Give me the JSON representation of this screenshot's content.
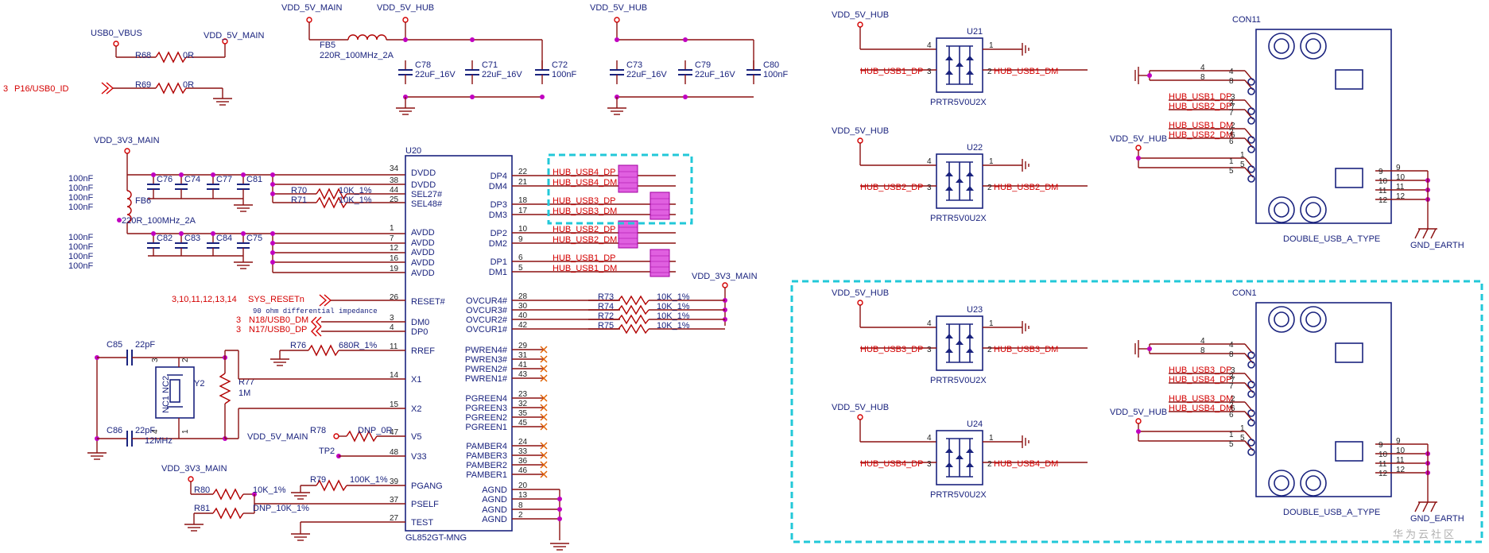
{
  "power": {
    "usb0_vbus": "USB0_VBUS",
    "vdd_5v_main": "VDD_5V_MAIN",
    "vdd_5v_hub": "VDD_5V_HUB",
    "vdd_3v3_main": "VDD_3V3_MAIN",
    "gnd_earth": "GND_EARTH"
  },
  "top_left": {
    "r68": "R68",
    "r68_val": "0R",
    "r69": "R69",
    "r69_val": "0R",
    "id_page": "3",
    "id_net": "P16/USB0_ID",
    "fb5": "FB5",
    "fb5_val": "220R_100MHz_2A"
  },
  "caps_top": [
    {
      "ref": "C78",
      "val": "22uF_16V"
    },
    {
      "ref": "C71",
      "val": "22uF_16V"
    },
    {
      "ref": "C72",
      "val": "100nF"
    },
    {
      "ref": "C73",
      "val": "22uF_16V"
    },
    {
      "ref": "C79",
      "val": "22uF_16V"
    },
    {
      "ref": "C80",
      "val": "100nF"
    }
  ],
  "left_decoupling": {
    "values": [
      "100nF",
      "100nF",
      "100nF",
      "100nF",
      "100nF",
      "100nF",
      "100nF",
      "100nF"
    ],
    "fb6": "FB6",
    "fb6_val": "220R_100MHz_2A",
    "row1": [
      "C76",
      "C74",
      "C77",
      "C81"
    ],
    "row2": [
      "C82",
      "C83",
      "C84",
      "C75"
    ]
  },
  "chip_u20": {
    "ref": "U20",
    "part": "GL852GT-MNG",
    "left_pins": [
      {
        "num": "34",
        "name": "DVDD"
      },
      {
        "num": "38",
        "name": "DVDD"
      },
      {
        "num": "44",
        "name": "SEL27#"
      },
      {
        "num": "25",
        "name": "SEL48#"
      },
      {
        "num": "1",
        "name": "AVDD"
      },
      {
        "num": "7",
        "name": "AVDD"
      },
      {
        "num": "12",
        "name": "AVDD"
      },
      {
        "num": "16",
        "name": "AVDD"
      },
      {
        "num": "19",
        "name": "AVDD"
      },
      {
        "num": "26",
        "name": "RESET#"
      },
      {
        "num": "3",
        "name": "DM0"
      },
      {
        "num": "4",
        "name": "DP0"
      },
      {
        "num": "11",
        "name": "RREF"
      },
      {
        "num": "14",
        "name": "X1"
      },
      {
        "num": "15",
        "name": "X2"
      },
      {
        "num": "47",
        "name": "V5"
      },
      {
        "num": "48",
        "name": "V33"
      },
      {
        "num": "39",
        "name": "PGANG"
      },
      {
        "num": "37",
        "name": "PSELF"
      },
      {
        "num": "27",
        "name": "TEST"
      }
    ],
    "right_pins": [
      {
        "num": "22",
        "name": "DP4"
      },
      {
        "num": "21",
        "name": "DM4"
      },
      {
        "num": "18",
        "name": "DP3"
      },
      {
        "num": "17",
        "name": "DM3"
      },
      {
        "num": "10",
        "name": "DP2"
      },
      {
        "num": "9",
        "name": "DM2"
      },
      {
        "num": "6",
        "name": "DP1"
      },
      {
        "num": "5",
        "name": "DM1"
      },
      {
        "num": "28",
        "name": "OVCUR4#"
      },
      {
        "num": "30",
        "name": "OVCUR3#"
      },
      {
        "num": "40",
        "name": "OVCUR2#"
      },
      {
        "num": "42",
        "name": "OVCUR1#"
      },
      {
        "num": "29",
        "name": "PWREN4#"
      },
      {
        "num": "31",
        "name": "PWREN3#"
      },
      {
        "num": "41",
        "name": "PWREN2#"
      },
      {
        "num": "43",
        "name": "PWREN1#"
      },
      {
        "num": "23",
        "name": "PGREEN4"
      },
      {
        "num": "32",
        "name": "PGREEN3"
      },
      {
        "num": "35",
        "name": "PGREEN2"
      },
      {
        "num": "45",
        "name": "PGREEN1"
      },
      {
        "num": "24",
        "name": "PAMBER4"
      },
      {
        "num": "33",
        "name": "PAMBER3"
      },
      {
        "num": "36",
        "name": "PAMBER2"
      },
      {
        "num": "46",
        "name": "PAMBER1"
      },
      {
        "num": "20",
        "name": "AGND"
      },
      {
        "num": "13",
        "name": "AGND"
      },
      {
        "num": "8",
        "name": "AGND"
      },
      {
        "num": "2",
        "name": "AGND"
      }
    ]
  },
  "hub_nets": [
    "HUB_USB4_DP",
    "HUB_USB4_DM",
    "HUB_USB3_DP",
    "HUB_USB3_DM",
    "HUB_USB2_DP",
    "HUB_USB2_DM",
    "HUB_USB1_DP",
    "HUB_USB1_DM"
  ],
  "sel_res": [
    {
      "ref": "R70",
      "val": "10K_1%"
    },
    {
      "ref": "R71",
      "val": "10K_1%"
    }
  ],
  "ovcur_res": [
    {
      "ref": "R73",
      "val": "10K_1%"
    },
    {
      "ref": "R74",
      "val": "10K_1%"
    },
    {
      "ref": "R72",
      "val": "10K_1%"
    },
    {
      "ref": "R75",
      "val": "10K_1%"
    }
  ],
  "reset": {
    "pages": "3,10,11,12,13,14",
    "net": "SYS_RESETn"
  },
  "usb_up": {
    "impedance_note": "90 ohm differential impedance",
    "dm_page": "3",
    "dm_net": "N18/USB0_DM",
    "dp_page": "3",
    "dp_net": "N17/USB0_DP"
  },
  "misc": {
    "r76": "R76",
    "r76_val": "680R_1%",
    "r77": "R77",
    "r77_val": "1M",
    "r78": "R78",
    "r78_val": "DNP_0R",
    "tp2": "TP2",
    "r79": "R79",
    "r79_val": "100K_1%",
    "r80": "R80",
    "r80_val": "10K_1%",
    "r81": "R81",
    "r81_val": "DNP_10K_1%",
    "c85": "C85",
    "c85_val": "22pF",
    "c86": "C86",
    "c86_val": "22pF",
    "y2": "Y2",
    "y2_freq": "12MHz",
    "y2_pin_label": "NC1 NC2",
    "xtal_pins": [
      "3",
      "2",
      "4",
      "1"
    ]
  },
  "esd": [
    {
      "ref": "U21",
      "part": "PRTR5V0U2X",
      "net_dp": "HUB_USB1_DP",
      "net_dm": "HUB_USB1_DM",
      "pin_dp": "3",
      "pin_dm": "2",
      "pin4": "4",
      "pin1": "1"
    },
    {
      "ref": "U22",
      "part": "PRTR5V0U2X",
      "net_dp": "HUB_USB2_DP",
      "net_dm": "HUB_USB2_DM",
      "pin_dp": "3",
      "pin_dm": "2",
      "pin4": "4",
      "pin1": "1"
    },
    {
      "ref": "U23",
      "part": "PRTR5V0U2X",
      "net_dp": "HUB_USB3_DP",
      "net_dm": "HUB_USB3_DM",
      "pin_dp": "3",
      "pin_dm": "2",
      "pin4": "4",
      "pin1": "1"
    },
    {
      "ref": "U24",
      "part": "PRTR5V0U2X",
      "net_dp": "HUB_USB4_DP",
      "net_dm": "HUB_USB4_DM",
      "pin_dp": "3",
      "pin_dm": "2",
      "pin4": "4",
      "pin1": "1"
    }
  ],
  "connectors": [
    {
      "ref": "CON11",
      "part": "DOUBLE_USB_A_TYPE",
      "nets": [
        "HUB_USB1_DP",
        "HUB_USB2_DP",
        "HUB_USB1_DM",
        "HUB_USB2_DM"
      ],
      "gnd_pins": [
        "4",
        "8"
      ],
      "data_pins": [
        [
          "3",
          "7"
        ],
        [
          "2",
          "6"
        ]
      ],
      "vbus_pins": [
        "1",
        "5"
      ],
      "shield_pins": [
        "9",
        "10",
        "11",
        "12"
      ]
    },
    {
      "ref": "CON1",
      "part": "DOUBLE_USB_A_TYPE",
      "nets": [
        "HUB_USB3_DP",
        "HUB_USB4_DP",
        "HUB_USB3_DM",
        "HUB_USB4_DM"
      ],
      "gnd_pins": [
        "4",
        "8"
      ],
      "data_pins": [
        [
          "3",
          "7"
        ],
        [
          "2",
          "6"
        ]
      ],
      "vbus_pins": [
        "1",
        "5"
      ],
      "shield_pins": [
        "9",
        "10",
        "11",
        "12"
      ]
    }
  ],
  "watermark": "华为云社区"
}
